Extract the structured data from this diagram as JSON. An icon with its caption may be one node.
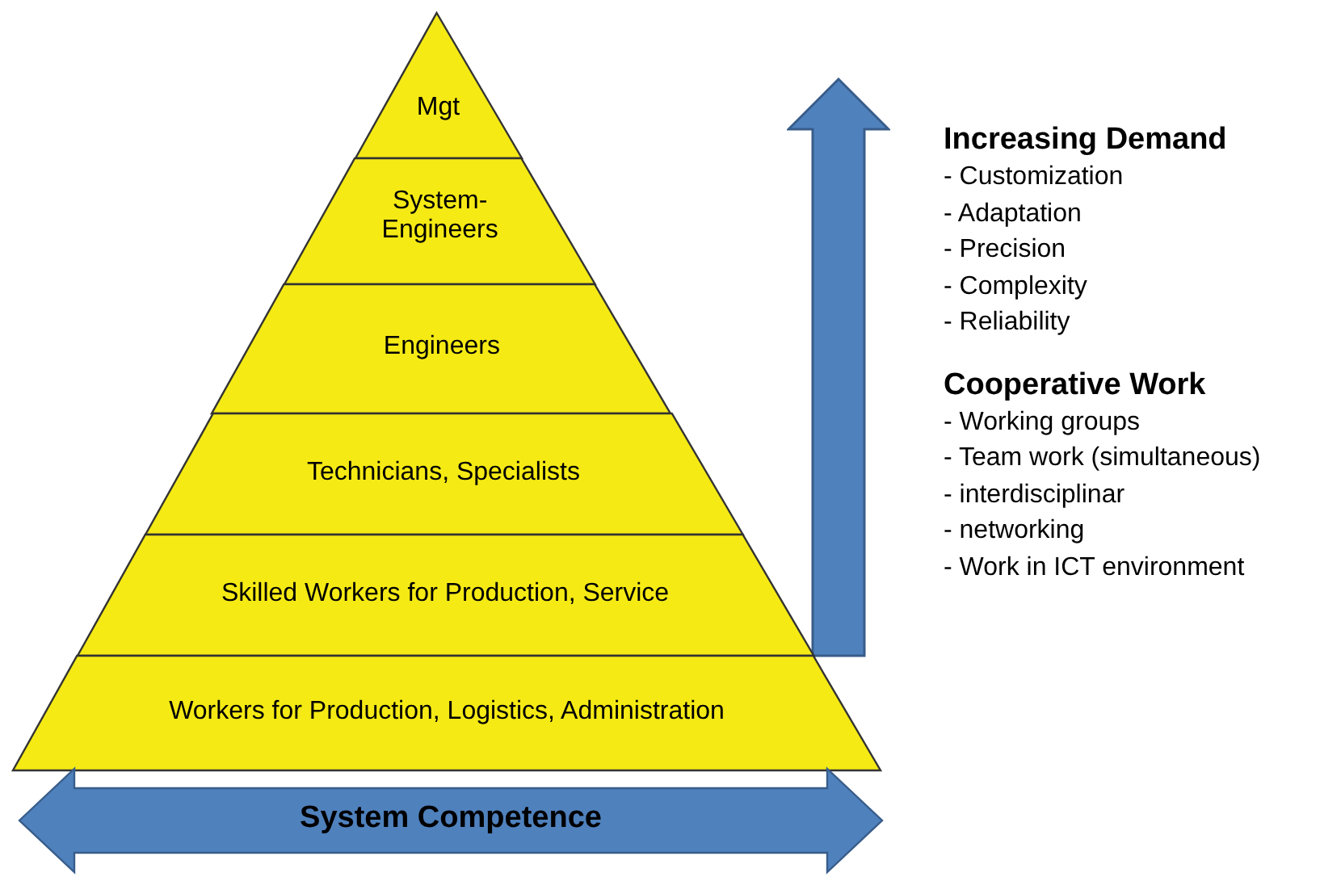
{
  "diagram": {
    "nodes": [
      {
        "text": [
          "Mgt"
        ]
      },
      {
        "text": [
          "System- Engineers"
        ]
      },
      {
        "text": [
          "Engineers"
        ]
      },
      {
        "text": [
          "Technicians, Specialists"
        ]
      },
      {
        "text": [
          "Skilled Workers for  Production, Service"
        ]
      },
      {
        "text": [
          "Workers for Production, Logistics, Administration"
        ]
      },
      {
        "text": [
          "System Competence"
        ]
      }
    ],
    "edges": [],
    "labels": [
      "Increasing Demand",
      "- Customization",
      "- Adaptation",
      "- Precision",
      "- Complexity",
      "- Reliability",
      "Cooperative Work",
      "- Working groups",
      "- Team work (simultaneous)",
      "- interdisciplinar",
      "- networking",
      "- Work in ICT environment"
    ]
  }
}
